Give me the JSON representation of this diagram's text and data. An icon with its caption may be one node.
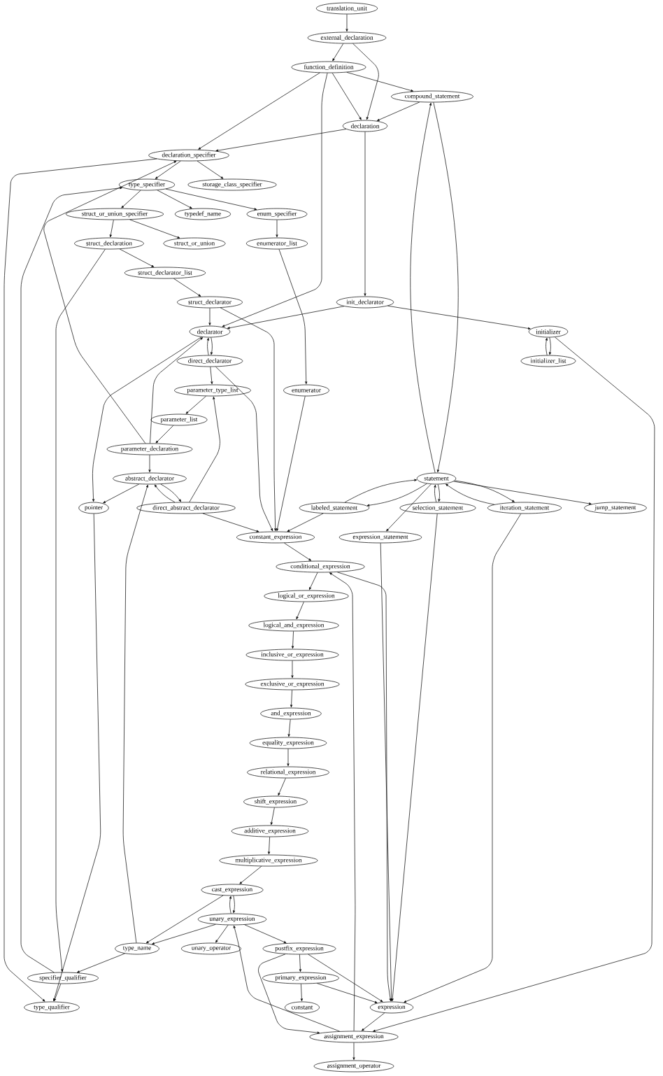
{
  "diagram": {
    "nodes": [
      {
        "text": [
          "translation_unit"
        ]
      },
      {
        "text": [
          "external_declaration"
        ]
      },
      {
        "text": [
          "function_definition"
        ]
      },
      {
        "text": [
          "compound_statement"
        ]
      },
      {
        "text": [
          "declaration"
        ]
      },
      {
        "text": [
          "declaration_specifier"
        ]
      },
      {
        "text": [
          "type_specifier"
        ]
      },
      {
        "text": [
          "storage_class_specifier"
        ]
      },
      {
        "text": [
          "struct_or_union_specifier"
        ]
      },
      {
        "text": [
          "typedef_name"
        ]
      },
      {
        "text": [
          "enum_specifier"
        ]
      },
      {
        "text": [
          "struct_declaration"
        ]
      },
      {
        "text": [
          "struct_or_union"
        ]
      },
      {
        "text": [
          "enumerator_list"
        ]
      },
      {
        "text": [
          "struct_declarator_list"
        ]
      },
      {
        "text": [
          "struct_declarator"
        ]
      },
      {
        "text": [
          "init_declarator"
        ]
      },
      {
        "text": [
          "declarator"
        ]
      },
      {
        "text": [
          "initializer"
        ]
      },
      {
        "text": [
          "direct_declarator"
        ]
      },
      {
        "text": [
          "initializer_list"
        ]
      },
      {
        "text": [
          "parameter_type_list"
        ]
      },
      {
        "text": [
          "enumerator"
        ]
      },
      {
        "text": [
          "parameter_list"
        ]
      },
      {
        "text": [
          "parameter_declaration"
        ]
      },
      {
        "text": [
          "abstract_declarator"
        ]
      },
      {
        "text": [
          "statement"
        ]
      },
      {
        "text": [
          "pointer"
        ]
      },
      {
        "text": [
          "direct_abstract_declarator"
        ]
      },
      {
        "text": [
          "labeled_statement"
        ]
      },
      {
        "text": [
          "selection_statement"
        ]
      },
      {
        "text": [
          "iteration_statement"
        ]
      },
      {
        "text": [
          "jump_statement"
        ]
      },
      {
        "text": [
          "constant_expression"
        ]
      },
      {
        "text": [
          "expression_statement"
        ]
      },
      {
        "text": [
          "conditional_expression"
        ]
      },
      {
        "text": [
          "logical_or_expression"
        ]
      },
      {
        "text": [
          "logical_and_expression"
        ]
      },
      {
        "text": [
          "inclusive_or_expression"
        ]
      },
      {
        "text": [
          "exclusive_or_expression"
        ]
      },
      {
        "text": [
          "and_expression"
        ]
      },
      {
        "text": [
          "equality_expression"
        ]
      },
      {
        "text": [
          "relational_expression"
        ]
      },
      {
        "text": [
          "shift_expression"
        ]
      },
      {
        "text": [
          "additive_expression"
        ]
      },
      {
        "text": [
          "multiplicative_expression"
        ]
      },
      {
        "text": [
          "cast_expression"
        ]
      },
      {
        "text": [
          "unary_expression"
        ]
      },
      {
        "text": [
          "type_name"
        ]
      },
      {
        "text": [
          "unary_operator"
        ]
      },
      {
        "text": [
          "postfix_expression"
        ]
      },
      {
        "text": [
          "specifier_qualifier"
        ]
      },
      {
        "text": [
          "primary_expression"
        ]
      },
      {
        "text": [
          "type_qualifier"
        ]
      },
      {
        "text": [
          "constant"
        ]
      },
      {
        "text": [
          "expression"
        ]
      },
      {
        "text": [
          "assignment_expression"
        ]
      },
      {
        "text": [
          "assignment_operator"
        ]
      }
    ],
    "edges": [
      {
        "from": 0,
        "to": 1,
        "arrow": "to"
      },
      {
        "from": 1,
        "to": 2,
        "arrow": "to"
      },
      {
        "from": 1,
        "to": 4,
        "arrow": "to"
      },
      {
        "from": 2,
        "to": 3,
        "arrow": "to"
      },
      {
        "from": 2,
        "to": 4,
        "arrow": "to"
      },
      {
        "from": 2,
        "to": 5,
        "arrow": "to"
      },
      {
        "from": 2,
        "to": 17,
        "arrow": "to"
      },
      {
        "from": 3,
        "to": 4,
        "arrow": "to"
      },
      {
        "from": 3,
        "to": 26,
        "arrow": "to"
      },
      {
        "from": 26,
        "to": 3,
        "arrow": "to"
      },
      {
        "from": 4,
        "to": 5,
        "arrow": "to"
      },
      {
        "from": 4,
        "to": 16,
        "arrow": "to"
      },
      {
        "from": 5,
        "to": 6,
        "arrow": "to"
      },
      {
        "from": 5,
        "to": 7,
        "arrow": "to"
      },
      {
        "from": 5,
        "to": 53,
        "arrow": "to"
      },
      {
        "from": 6,
        "to": 8,
        "arrow": "to"
      },
      {
        "from": 6,
        "to": 9,
        "arrow": "to"
      },
      {
        "from": 6,
        "to": 10,
        "arrow": "to"
      },
      {
        "from": 8,
        "to": 11,
        "arrow": "to"
      },
      {
        "from": 8,
        "to": 12,
        "arrow": "to"
      },
      {
        "from": 10,
        "to": 13,
        "arrow": "to"
      },
      {
        "from": 11,
        "to": 14,
        "arrow": "to"
      },
      {
        "from": 11,
        "to": 51,
        "arrow": "to"
      },
      {
        "from": 13,
        "to": 22,
        "arrow": "to"
      },
      {
        "from": 14,
        "to": 15,
        "arrow": "to"
      },
      {
        "from": 15,
        "to": 17,
        "arrow": "to"
      },
      {
        "from": 15,
        "to": 33,
        "arrow": "to"
      },
      {
        "from": 16,
        "to": 17,
        "arrow": "to"
      },
      {
        "from": 16,
        "to": 18,
        "arrow": "to"
      },
      {
        "from": 18,
        "to": 20,
        "arrow": "to"
      },
      {
        "from": 20,
        "to": 18,
        "arrow": "to"
      },
      {
        "from": 18,
        "to": 56,
        "arrow": "to"
      },
      {
        "from": 17,
        "to": 19,
        "arrow": "to"
      },
      {
        "from": 19,
        "to": 17,
        "arrow": "to"
      },
      {
        "from": 19,
        "to": 21,
        "arrow": "to"
      },
      {
        "from": 19,
        "to": 33,
        "arrow": "to"
      },
      {
        "from": 17,
        "to": 27,
        "arrow": "to"
      },
      {
        "from": 21,
        "to": 23,
        "arrow": "to"
      },
      {
        "from": 23,
        "to": 24,
        "arrow": "to"
      },
      {
        "from": 24,
        "to": 5,
        "arrow": "to"
      },
      {
        "from": 24,
        "to": 17,
        "arrow": "to"
      },
      {
        "from": 24,
        "to": 25,
        "arrow": "to"
      },
      {
        "from": 25,
        "to": 27,
        "arrow": "to"
      },
      {
        "from": 25,
        "to": 28,
        "arrow": "to"
      },
      {
        "from": 28,
        "to": 25,
        "arrow": "to"
      },
      {
        "from": 28,
        "to": 21,
        "arrow": "to"
      },
      {
        "from": 28,
        "to": 33,
        "arrow": "to"
      },
      {
        "from": 48,
        "to": 25,
        "arrow": "to"
      },
      {
        "from": 48,
        "to": 51,
        "arrow": "to"
      },
      {
        "from": 51,
        "to": 6,
        "arrow": "to"
      },
      {
        "from": 51,
        "to": 53,
        "arrow": "to"
      },
      {
        "from": 27,
        "to": 53,
        "arrow": "to"
      },
      {
        "from": 22,
        "to": 33,
        "arrow": "to"
      },
      {
        "from": 26,
        "to": 29,
        "arrow": "to"
      },
      {
        "from": 29,
        "to": 26,
        "arrow": "to"
      },
      {
        "from": 26,
        "to": 30,
        "arrow": "to"
      },
      {
        "from": 30,
        "to": 26,
        "arrow": "to"
      },
      {
        "from": 26,
        "to": 31,
        "arrow": "to"
      },
      {
        "from": 31,
        "to": 26,
        "arrow": "to"
      },
      {
        "from": 26,
        "to": 32,
        "arrow": "to"
      },
      {
        "from": 26,
        "to": 34,
        "arrow": "to"
      },
      {
        "from": 29,
        "to": 33,
        "arrow": "to"
      },
      {
        "from": 30,
        "to": 55,
        "arrow": "to"
      },
      {
        "from": 31,
        "to": 55,
        "arrow": "to"
      },
      {
        "from": 34,
        "to": 55,
        "arrow": "to"
      },
      {
        "from": 33,
        "to": 35,
        "arrow": "to"
      },
      {
        "from": 35,
        "to": 36,
        "arrow": "to"
      },
      {
        "from": 36,
        "to": 37,
        "arrow": "to"
      },
      {
        "from": 37,
        "to": 38,
        "arrow": "to"
      },
      {
        "from": 38,
        "to": 39,
        "arrow": "to"
      },
      {
        "from": 39,
        "to": 40,
        "arrow": "to"
      },
      {
        "from": 40,
        "to": 41,
        "arrow": "to"
      },
      {
        "from": 41,
        "to": 42,
        "arrow": "to"
      },
      {
        "from": 42,
        "to": 43,
        "arrow": "to"
      },
      {
        "from": 43,
        "to": 44,
        "arrow": "to"
      },
      {
        "from": 44,
        "to": 45,
        "arrow": "to"
      },
      {
        "from": 45,
        "to": 46,
        "arrow": "to"
      },
      {
        "from": 46,
        "to": 47,
        "arrow": "to"
      },
      {
        "from": 47,
        "to": 46,
        "arrow": "to"
      },
      {
        "from": 46,
        "to": 48,
        "arrow": "to"
      },
      {
        "from": 47,
        "to": 48,
        "arrow": "to"
      },
      {
        "from": 47,
        "to": 49,
        "arrow": "to"
      },
      {
        "from": 47,
        "to": 50,
        "arrow": "to"
      },
      {
        "from": 50,
        "to": 52,
        "arrow": "to"
      },
      {
        "from": 50,
        "to": 55,
        "arrow": "to"
      },
      {
        "from": 50,
        "to": 56,
        "arrow": "to"
      },
      {
        "from": 52,
        "to": 54,
        "arrow": "to"
      },
      {
        "from": 52,
        "to": 55,
        "arrow": "to"
      },
      {
        "from": 55,
        "to": 56,
        "arrow": "to"
      },
      {
        "from": 56,
        "to": 57,
        "arrow": "to"
      },
      {
        "from": 56,
        "to": 35,
        "arrow": "to"
      },
      {
        "from": 35,
        "to": 55,
        "arrow": "to"
      },
      {
        "from": 56,
        "to": 47,
        "arrow": "to"
      }
    ]
  }
}
